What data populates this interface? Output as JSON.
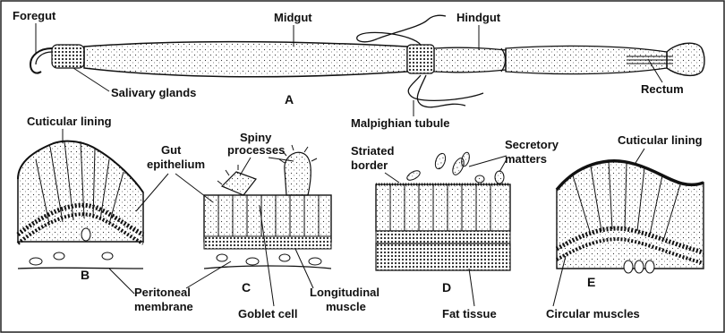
{
  "diagram": {
    "whole_gut": {
      "letter": "A",
      "labels": {
        "foregut": "Foregut",
        "midgut": "Midgut",
        "hindgut": "Hindgut",
        "salivary_glands": "Salivary glands",
        "rectum": "Rectum",
        "malpighian_tubule": "Malpighian tubule"
      }
    },
    "section_B": {
      "letter": "B",
      "labels": {
        "cuticular_lining": "Cuticular lining",
        "gut_epithelium_1": "Gut",
        "gut_epithelium_2": "epithelium",
        "peritoneal_membrane_1": "Peritoneal",
        "peritoneal_membrane_2": "membrane"
      }
    },
    "section_C": {
      "letter": "C",
      "labels": {
        "spiny_processes_1": "Spiny",
        "spiny_processes_2": "processes",
        "goblet_cell": "Goblet cell",
        "longitudinal_muscle_1": "Longitudinal",
        "longitudinal_muscle_2": "muscle"
      }
    },
    "section_D": {
      "letter": "D",
      "labels": {
        "striated_border_1": "Striated",
        "striated_border_2": "border",
        "secretory_matters_1": "Secretory",
        "secretory_matters_2": "matters",
        "fat_tissue": "Fat tissue"
      }
    },
    "section_E": {
      "letter": "E",
      "labels": {
        "cuticular_lining": "Cuticular lining",
        "circular_muscles": "Circular muscles"
      }
    }
  }
}
